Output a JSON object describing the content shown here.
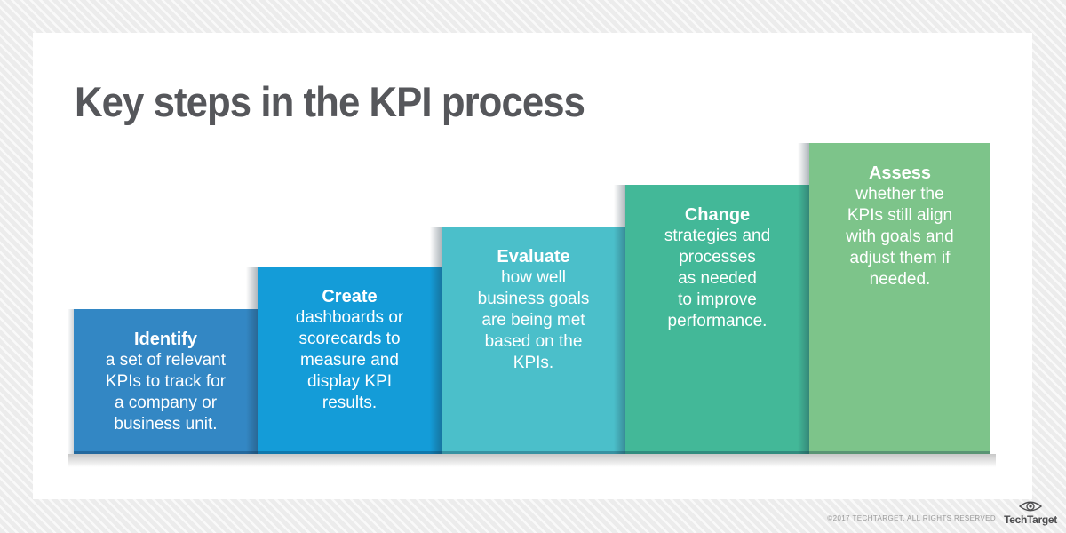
{
  "page": {
    "title": "Key steps in the KPI process"
  },
  "colors": {
    "background_stripe": "#ececec",
    "card": "#ffffff",
    "title_text": "#56575b",
    "step_text": "#ffffff"
  },
  "steps": [
    {
      "heading": "Identify",
      "body": "a set of relevant\nKPIs to track for\na company or\nbusiness unit.",
      "color": "#3387c4"
    },
    {
      "heading": "Create",
      "body": "dashboards or\nscorecards to\nmeasure and\ndisplay KPI\nresults.",
      "color": "#149cd8"
    },
    {
      "heading": "Evaluate",
      "body": "how well\nbusiness goals\nare being met\nbased on the\nKPIs.",
      "color": "#4bbfca"
    },
    {
      "heading": "Change",
      "body": "strategies and\nprocesses\nas needed\nto improve\nperformance.",
      "color": "#43b898"
    },
    {
      "heading": "Assess",
      "body": "whether the\nKPIs still align\nwith goals and\nadjust them if\nneeded.",
      "color": "#7dc48a"
    }
  ],
  "footer": {
    "copyright": "©2017 TECHTARGET, ALL RIGHTS RESERVED",
    "brand": "TechTarget",
    "logo_icon": "eye-target-icon",
    "brand_color": "#4c4c4e"
  }
}
